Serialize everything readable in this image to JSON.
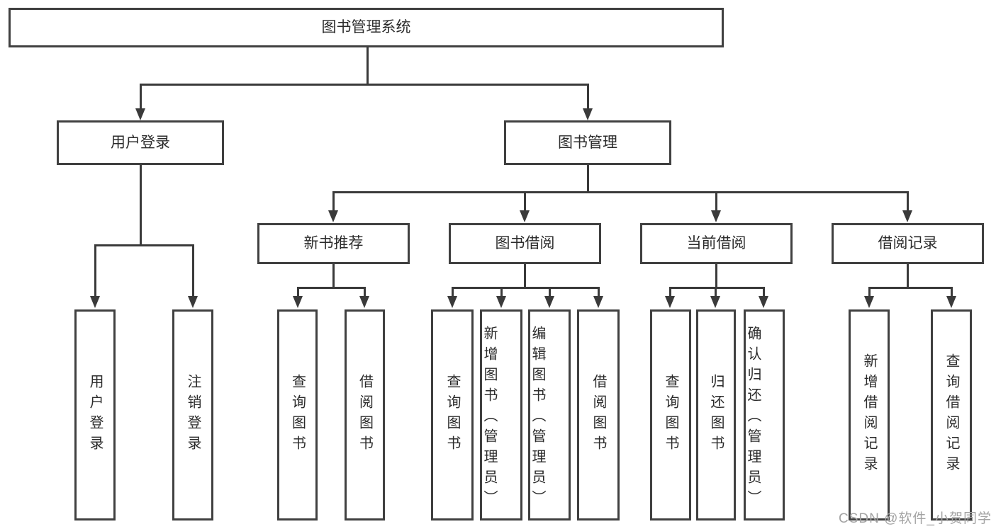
{
  "colors": {
    "line": "#3a3a3a",
    "box_border": "#404040",
    "text": "#2b2b2b",
    "background": "#ffffff",
    "watermark": "#a3a3a3"
  },
  "watermark": {
    "text": "CSDN @软件_小贺同学"
  },
  "tree": {
    "root": {
      "label": "图书管理系统"
    },
    "children": [
      {
        "label": "用户登录",
        "children": [
          {
            "label": "用户登录"
          },
          {
            "label": "注销登录"
          }
        ]
      },
      {
        "label": "图书管理",
        "children": [
          {
            "label": "新书推荐",
            "children": [
              {
                "label": "查询图书"
              },
              {
                "label": "借阅图书"
              }
            ]
          },
          {
            "label": "图书借阅",
            "children": [
              {
                "label": "查询图书"
              },
              {
                "label": "新增图书（管理员）"
              },
              {
                "label": "编辑图书（管理员）"
              },
              {
                "label": "借阅图书"
              }
            ]
          },
          {
            "label": "当前借阅",
            "children": [
              {
                "label": "查询图书"
              },
              {
                "label": "归还图书"
              },
              {
                "label": "确认归还（管理员）"
              }
            ]
          },
          {
            "label": "借阅记录",
            "children": [
              {
                "label": "新增借阅记录"
              },
              {
                "label": "查询借阅记录"
              }
            ]
          }
        ]
      }
    ]
  }
}
